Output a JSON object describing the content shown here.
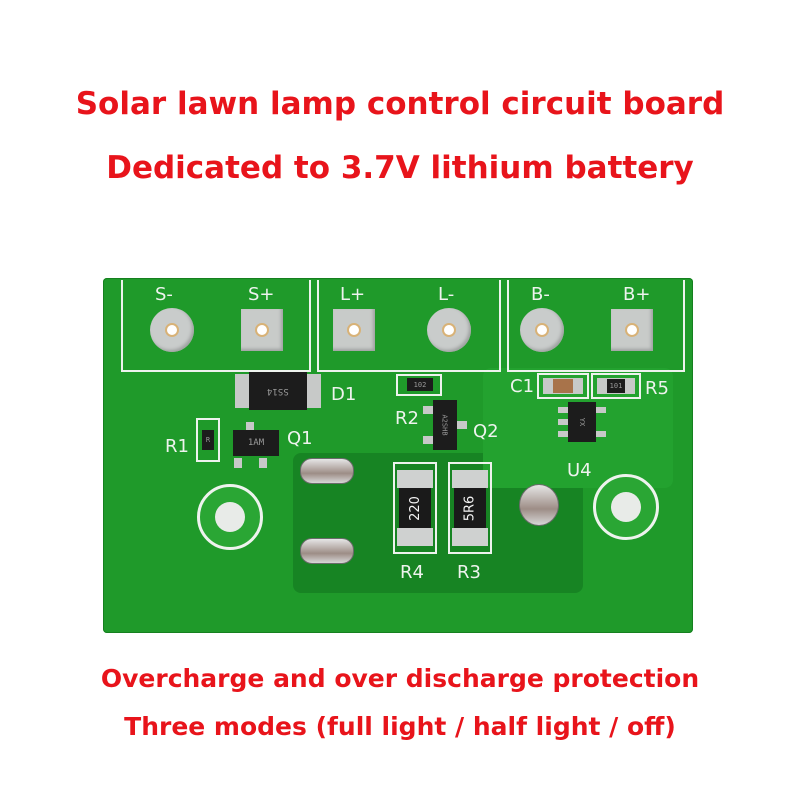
{
  "captions": {
    "title_line1": "Solar lawn lamp control circuit board",
    "title_line2": "Dedicated to 3.7V lithium battery",
    "feature_line1": "Overcharge and over discharge protection",
    "feature_line2": "Three modes (full light / half light / off)"
  },
  "pcb": {
    "color": "#1f9a2a",
    "silkscreen_color": "#eef3ee",
    "terminals": [
      {
        "label": "S-",
        "pad": "round"
      },
      {
        "label": "S+",
        "pad": "square"
      },
      {
        "label": "L+",
        "pad": "square"
      },
      {
        "label": "L-",
        "pad": "round"
      },
      {
        "label": "B-",
        "pad": "round"
      },
      {
        "label": "B+",
        "pad": "square"
      }
    ],
    "components": {
      "D1": {
        "designator": "D1",
        "marking": "SS14"
      },
      "R1": {
        "designator": "R1",
        "marking": "R"
      },
      "Q1": {
        "designator": "Q1",
        "marking": "1AM"
      },
      "R2": {
        "designator": "R2",
        "marking": "102"
      },
      "Q2": {
        "designator": "Q2",
        "marking": "A2SHB"
      },
      "C1": {
        "designator": "C1",
        "marking": ""
      },
      "R5": {
        "designator": "R5",
        "marking": "101"
      },
      "U4": {
        "designator": "U4",
        "marking": "YX"
      },
      "R4": {
        "designator": "R4",
        "marking": "220"
      },
      "R3": {
        "designator": "R3",
        "marking": "5R6"
      }
    }
  },
  "colors": {
    "caption_red": "#e8141b",
    "background": "#ffffff"
  }
}
